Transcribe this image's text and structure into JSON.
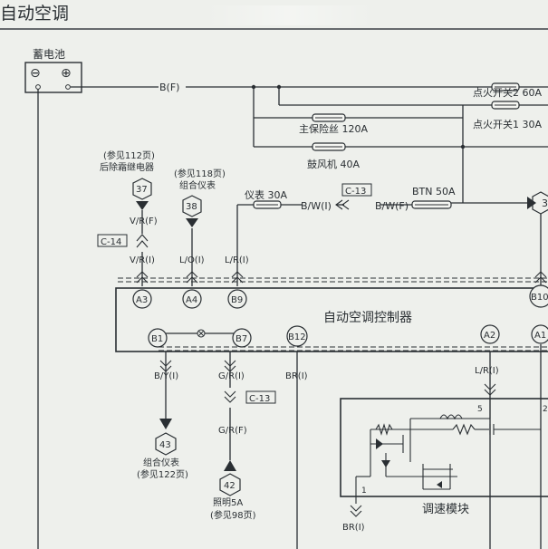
{
  "page": {
    "title": "自动空调"
  },
  "battery": {
    "label": "蓄电池",
    "minus": "⊖",
    "plus": "⊕"
  },
  "wires": {
    "b_f": "B(F)",
    "bw_i": "B/W(I)",
    "bw_f": "B/W(F)",
    "vr_f": "V/R(F)",
    "vr_i": "V/R(I)",
    "lo_i": "L/O(I)",
    "lr_i_top": "L/R(I)",
    "by_i": "B/Y(I)",
    "gr_i": "G/R(I)",
    "gr_f": "G/R(F)",
    "br_i_mid": "BR(I)",
    "lr_i_right": "L/R(I)",
    "br_i_bottom": "BR(I)"
  },
  "fuses": {
    "ignition2": "点火开关2 60A",
    "ignition1": "点火开关1 30A",
    "main": "主保险丝 120A",
    "blower": "鼓风机 40A",
    "meter": "仪表 30A",
    "btn": "BTN 50A"
  },
  "connectors": {
    "c13_top": "C-13",
    "c14": "C-14",
    "c13_mid": "C-13"
  },
  "refs": {
    "r37": {
      "num": "37",
      "line1": "(参见112页)",
      "line2": "后除霜继电器"
    },
    "r38": {
      "num": "38",
      "line1": "(参见118页)",
      "line2": "组合仪表"
    },
    "r43": {
      "num": "43",
      "line1": "组合仪表",
      "line2": "(参见122页)"
    },
    "r42": {
      "num": "42",
      "line1": "照明5A",
      "line2": "(参见98页)"
    },
    "r3": {
      "num": "3"
    }
  },
  "controller": {
    "label": "自动空调控制器",
    "pins": {
      "a3": "A3",
      "a4": "A4",
      "b9": "B9",
      "b10": "B10",
      "b1": "B1",
      "b7": "B7",
      "b12": "B12",
      "a2": "A2",
      "a1": "A1"
    }
  },
  "module": {
    "label": "调速模块",
    "pin5": "5",
    "pin1": "1",
    "pin2": "2"
  }
}
